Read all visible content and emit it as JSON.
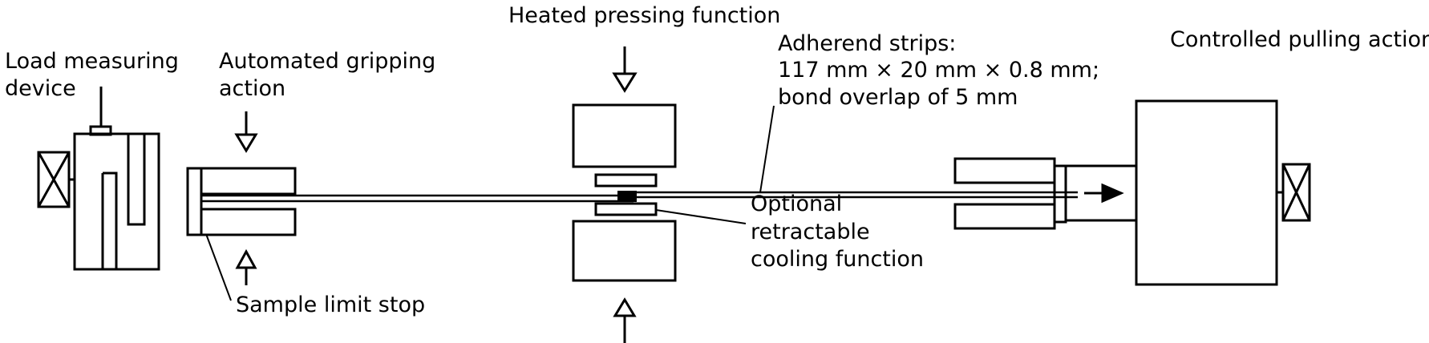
{
  "diagram": {
    "labels": {
      "heated_pressing": "Heated pressing function",
      "load_measuring_line1": "Load measuring",
      "load_measuring_line2": "device",
      "automated_gripping_line1": "Automated gripping",
      "automated_gripping_line2": "action",
      "adherend_line1": "Adherend strips:",
      "adherend_line2": "117 mm × 20 mm × 0.8 mm;",
      "adherend_line3": "bond overlap of 5 mm",
      "controlled_pulling": "Controlled pulling action",
      "optional_line1": "Optional",
      "optional_line2": "retractable",
      "optional_line3": "cooling function",
      "sample_limit_stop": "Sample limit stop"
    },
    "colors": {
      "ink": "#000000",
      "background": "#ffffff"
    }
  }
}
